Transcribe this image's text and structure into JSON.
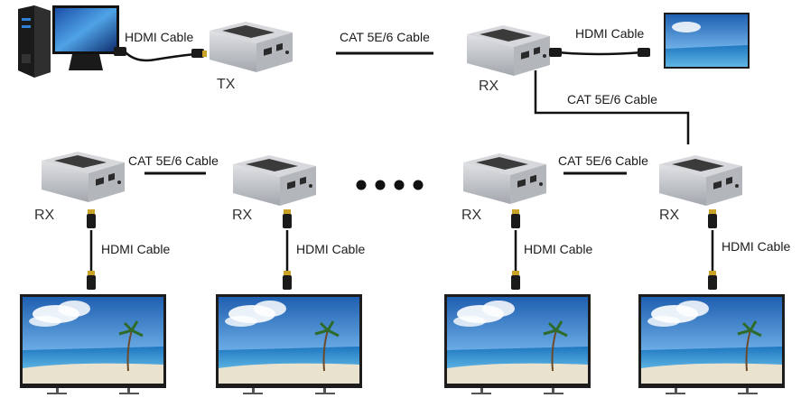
{
  "labels": {
    "hdmi_cable": "HDMI Cable",
    "cat_cable": "CAT 5E/6 Cable",
    "tx": "TX",
    "rx": "RX"
  },
  "colors": {
    "cable": "#111111",
    "extender_body": "#b9bcc0",
    "extender_top": "#d4d6d9",
    "extender_panel": "#3b3b3b",
    "port": "#2a2a2a",
    "connector_gold": "#c9a227",
    "screen_sky_top": "#1f5fb0",
    "screen_sky_bottom": "#6fb0e8",
    "screen_sea": "#2c87c9",
    "screen_sand": "#e9e2cf",
    "tv_frame": "#1c1c1c"
  },
  "icons": [
    "desktop-computer-icon",
    "monitor-icon",
    "extender-transmitter-icon",
    "extender-receiver-icon",
    "tv-display-icon",
    "hdmi-connector-icon",
    "ellipsis-dots-icon"
  ]
}
